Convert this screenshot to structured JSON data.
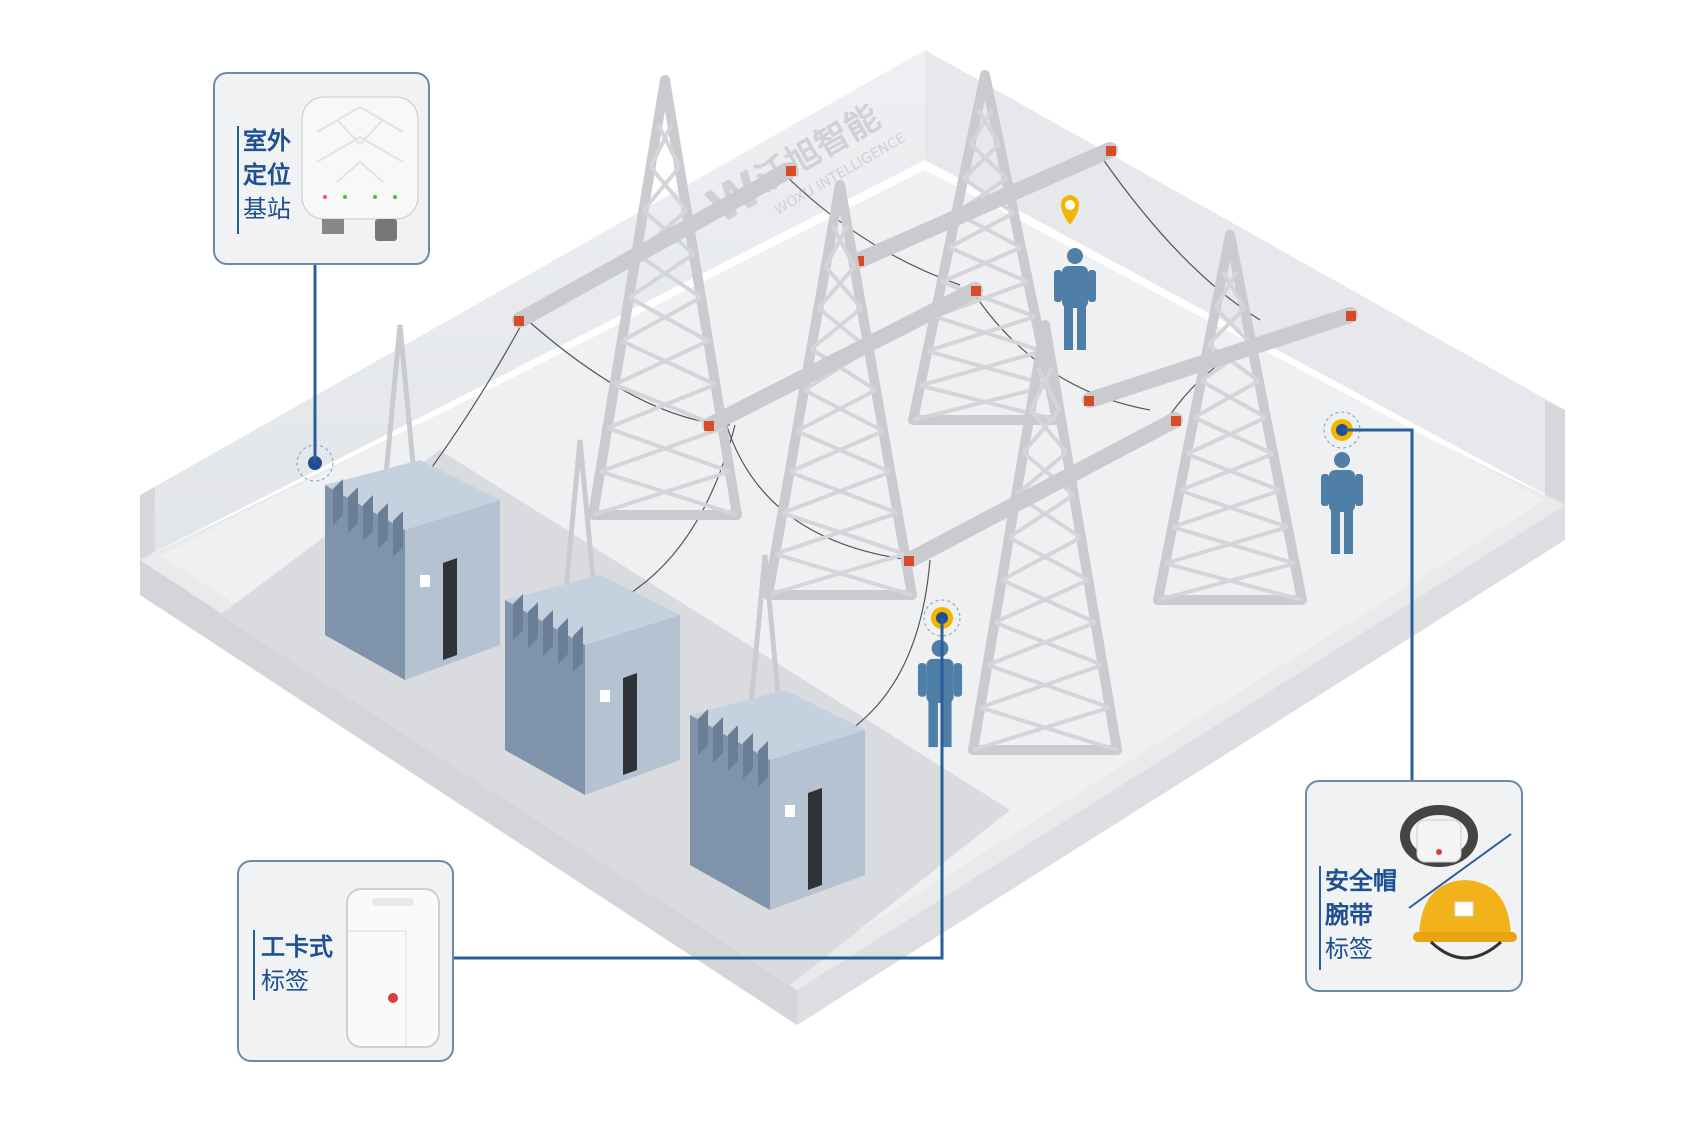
{
  "watermark": {
    "brand": "沃旭智能",
    "sub": "WOXU INTELLIGENCE",
    "logo": "W"
  },
  "callouts": {
    "base_station": {
      "line1": "室外",
      "line2": "定位",
      "line3": "基站"
    },
    "card_tag": {
      "line1": "工卡式",
      "line2": "标签"
    },
    "helmet_tag": {
      "line1": "安全帽",
      "line2": "腕带",
      "line3": "标签"
    }
  },
  "colors": {
    "accent": "#1d4f91",
    "connector": "#2a5d9c",
    "marker_yellow": "#f5b400",
    "worker": "#4f7fa6",
    "transformer": "#7f93aa",
    "tower": "#c9cbcf",
    "insulator": "#d94a2b",
    "helmet": "#f2b21b"
  }
}
